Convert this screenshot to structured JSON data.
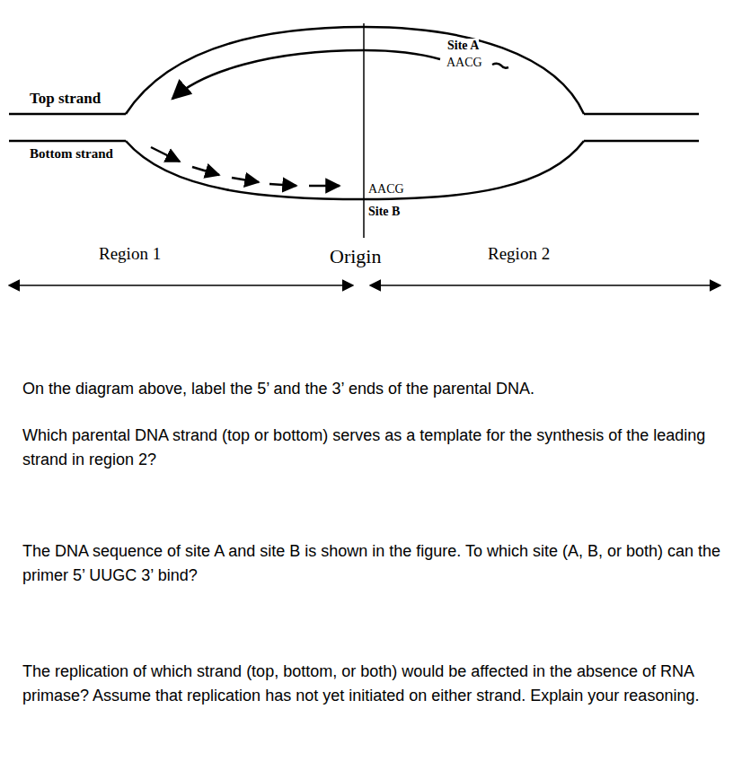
{
  "diagram": {
    "labels": [
      "Site A",
      "AACG",
      "Top strand",
      "Bottom strand",
      "AACG",
      "Site B",
      "Region 1",
      "Origin",
      "Region 2",
      "On the diagram above, label the 5’ and the 3’ ends of the parental DNA.",
      "Which parental DNA strand (top or bottom) serves as a template for the synthesis of the leading strand in region 2?",
      "The DNA sequence of site A and site B is shown in the figure. To which site (A, B, or both) can the primer 5’ UUGC 3’ bind?",
      "The replication of which strand (top, bottom, or both) would be affected in the absence of RNA primase? Assume that replication has not yet initiated on either strand. Explain your reasoning."
    ]
  }
}
